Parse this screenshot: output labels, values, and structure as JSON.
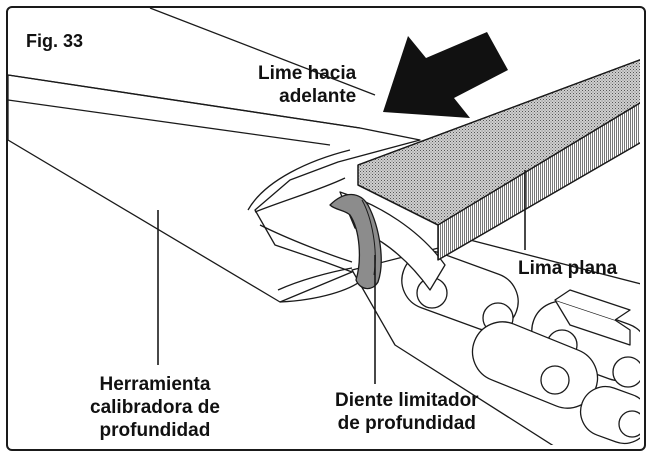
{
  "figure": {
    "label": "Fig. 33"
  },
  "labels": {
    "file_forward": "Lime hacia\nadelante",
    "flat_file": "Lima plana",
    "depth_gauge_tool": "Herramienta\ncalibradora de\nprofundidad",
    "depth_limiter_tooth": "Diente limitador\nde profundidad"
  },
  "colors": {
    "line": "#1a1a1a",
    "arrow": "#111111",
    "limiter_tooth": "#8c8c8c",
    "file_texture": "#555555"
  }
}
